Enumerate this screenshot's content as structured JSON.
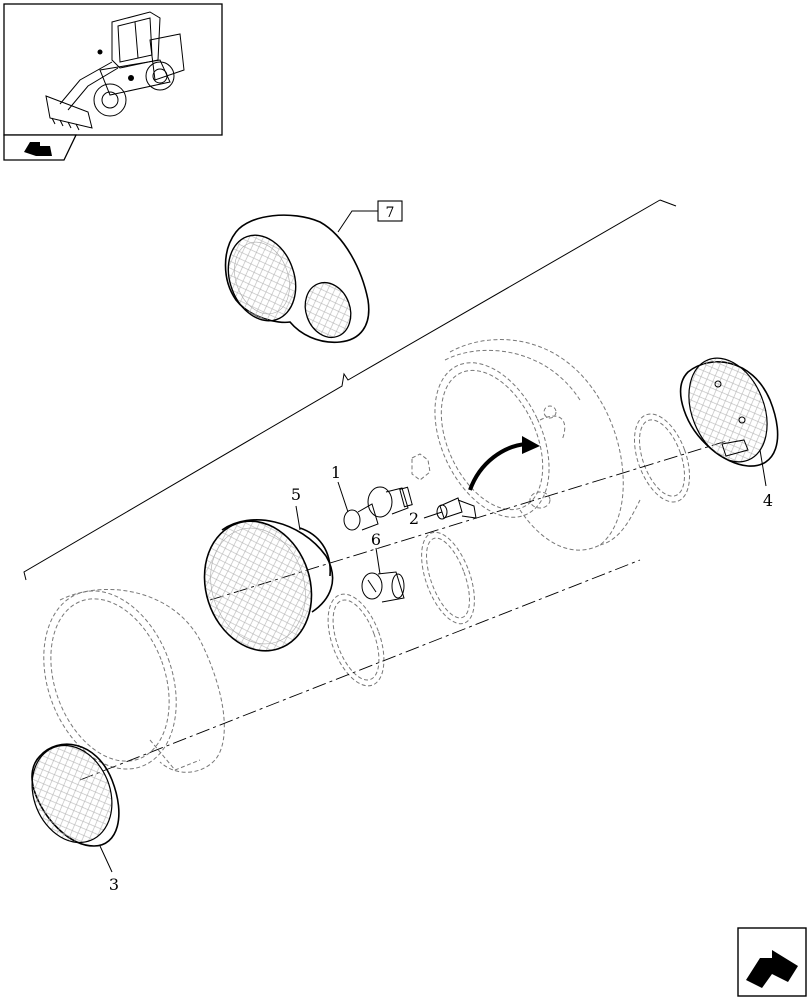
{
  "callouts": {
    "ref_box": "7",
    "part1": "1",
    "part2": "2",
    "part3": "3",
    "part4": "4",
    "part5": "5",
    "part6": "6"
  }
}
